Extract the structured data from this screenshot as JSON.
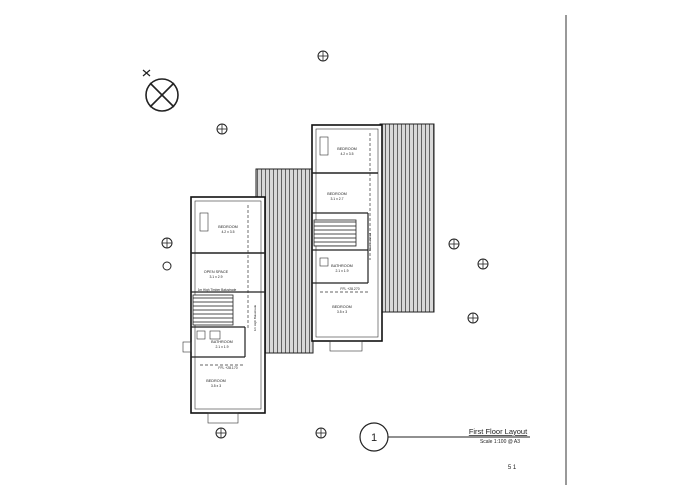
{
  "drawing": {
    "title": "First Floor Layout",
    "scale_note": "Scale 1:100 @ A3",
    "view_number": "1",
    "page_mark": "5 1",
    "north_icon": "north-arrow-icon",
    "rooms_left": [
      {
        "name": "BEDROOM",
        "size": "4.2 x 3.5"
      },
      {
        "name": "OPEN SPACE",
        "size": "3.1 x 2.9"
      },
      {
        "name": "BATHROOM",
        "size": "2.1 x 1.9"
      },
      {
        "name": "BEDROOM",
        "size": "3.5 x 3"
      }
    ],
    "rooms_right": [
      {
        "name": "BEDROOM",
        "size": "4.2 x 3.5"
      },
      {
        "name": "BEDROOM",
        "size": "3.1 x 2.7"
      },
      {
        "name": "BATHROOM",
        "size": "2.1 x 1.9"
      },
      {
        "name": "BEDROOM",
        "size": "3.5 x 3"
      }
    ],
    "notes": {
      "handrail_left": "1m High Timber Balustrade",
      "ffl_left": "FFL +28.170",
      "ffl_right": "FFL +28.270",
      "stair_note": "Stair Handrail",
      "handrail_right": "1m High Balustrade"
    }
  }
}
